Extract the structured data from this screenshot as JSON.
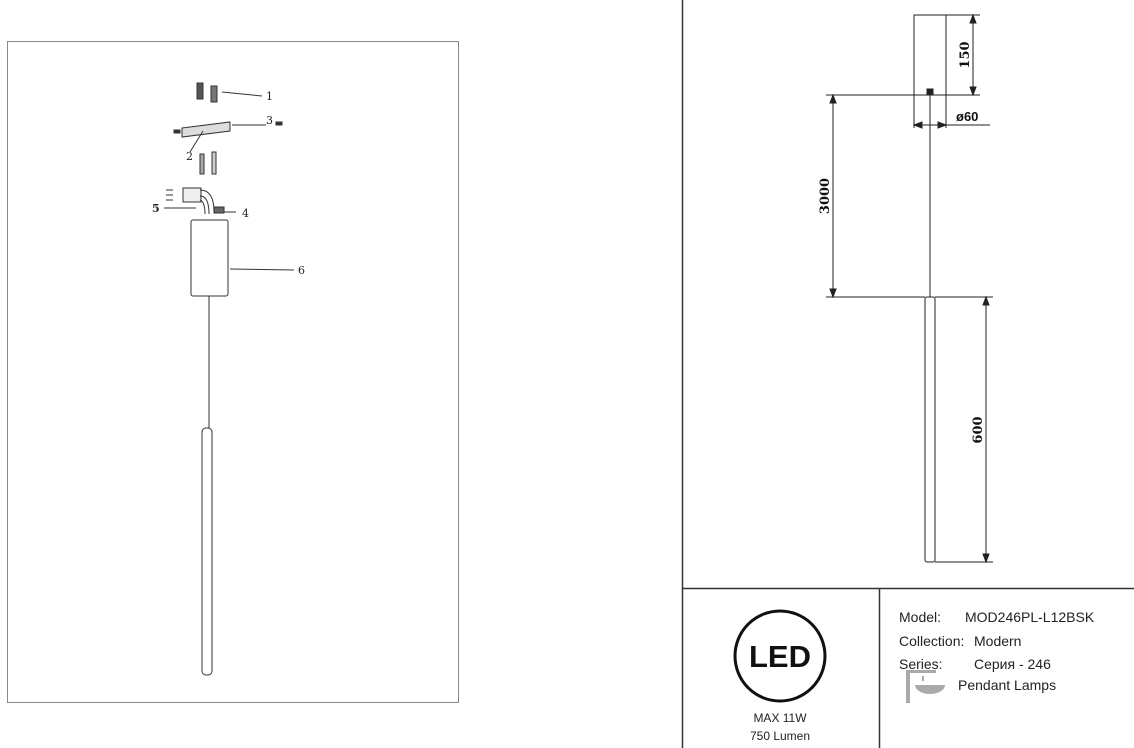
{
  "exploded_view": {
    "callouts": [
      "1",
      "2",
      "3",
      "4",
      "5",
      "6"
    ]
  },
  "dimensions": {
    "canopy_height": "150",
    "canopy_diameter": "ø60",
    "cable_length": "3000",
    "tube_length": "600"
  },
  "spec": {
    "led_logo": "LED",
    "power": "MAX 11W",
    "lumen": "750 Lumen",
    "model_label": "Model:",
    "model_value": "MOD246PL-L12BSK",
    "collection_label": "Collection:",
    "collection_value": "Modern",
    "series_label": "Series:",
    "series_value": "Серия - 246",
    "category": "Pendant Lamps",
    "category_icon": "pendant-lamp-icon"
  }
}
